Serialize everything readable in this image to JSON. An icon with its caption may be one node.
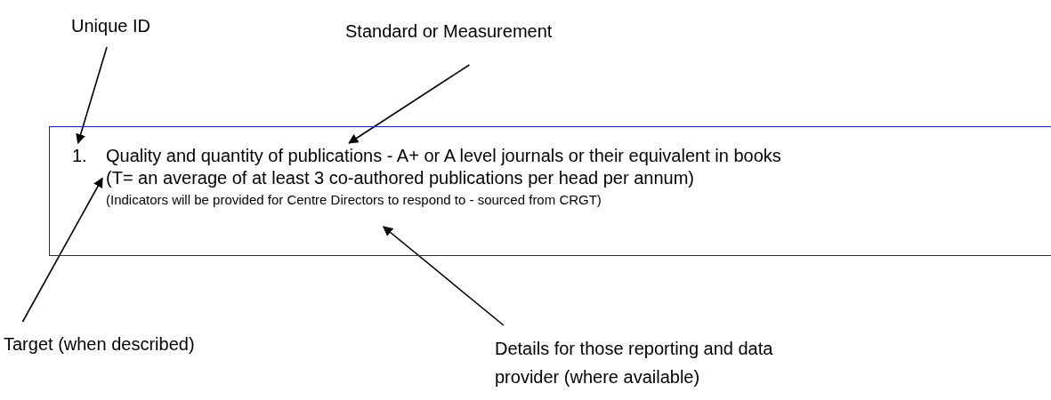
{
  "diagram": {
    "nodes": [
      {
        "text": [
          "Unique ID"
        ]
      },
      {
        "text": [
          "Standard or Measurement"
        ]
      },
      {
        "text": [
          "Target (when described)"
        ]
      },
      {
        "text": [
          "Details for those reporting and data provider (where available)"
        ]
      },
      {
        "text": [],
        "shape": "box"
      },
      {
        "text": [
          "1."
        ],
        "in": 4
      },
      {
        "text": [
          "Quality and quantity of publications - A+ or A level journals or their equivalent in books"
        ],
        "in": 4
      },
      {
        "text": [
          "(T= an average of at least 3 co-authored publications per head per annum)"
        ],
        "in": 4
      },
      {
        "text": [
          "(Indicators will be provided for Centre Directors to respond to - sourced from CRGT)"
        ],
        "in": 4
      }
    ],
    "edges": [
      {
        "from": 0,
        "to": 5,
        "arrow": "to"
      },
      {
        "from": 1,
        "to": 6,
        "arrow": "to"
      },
      {
        "from": 2,
        "to": 7,
        "arrow": "to"
      },
      {
        "from": 3,
        "to": 8,
        "arrow": "to"
      }
    ]
  }
}
